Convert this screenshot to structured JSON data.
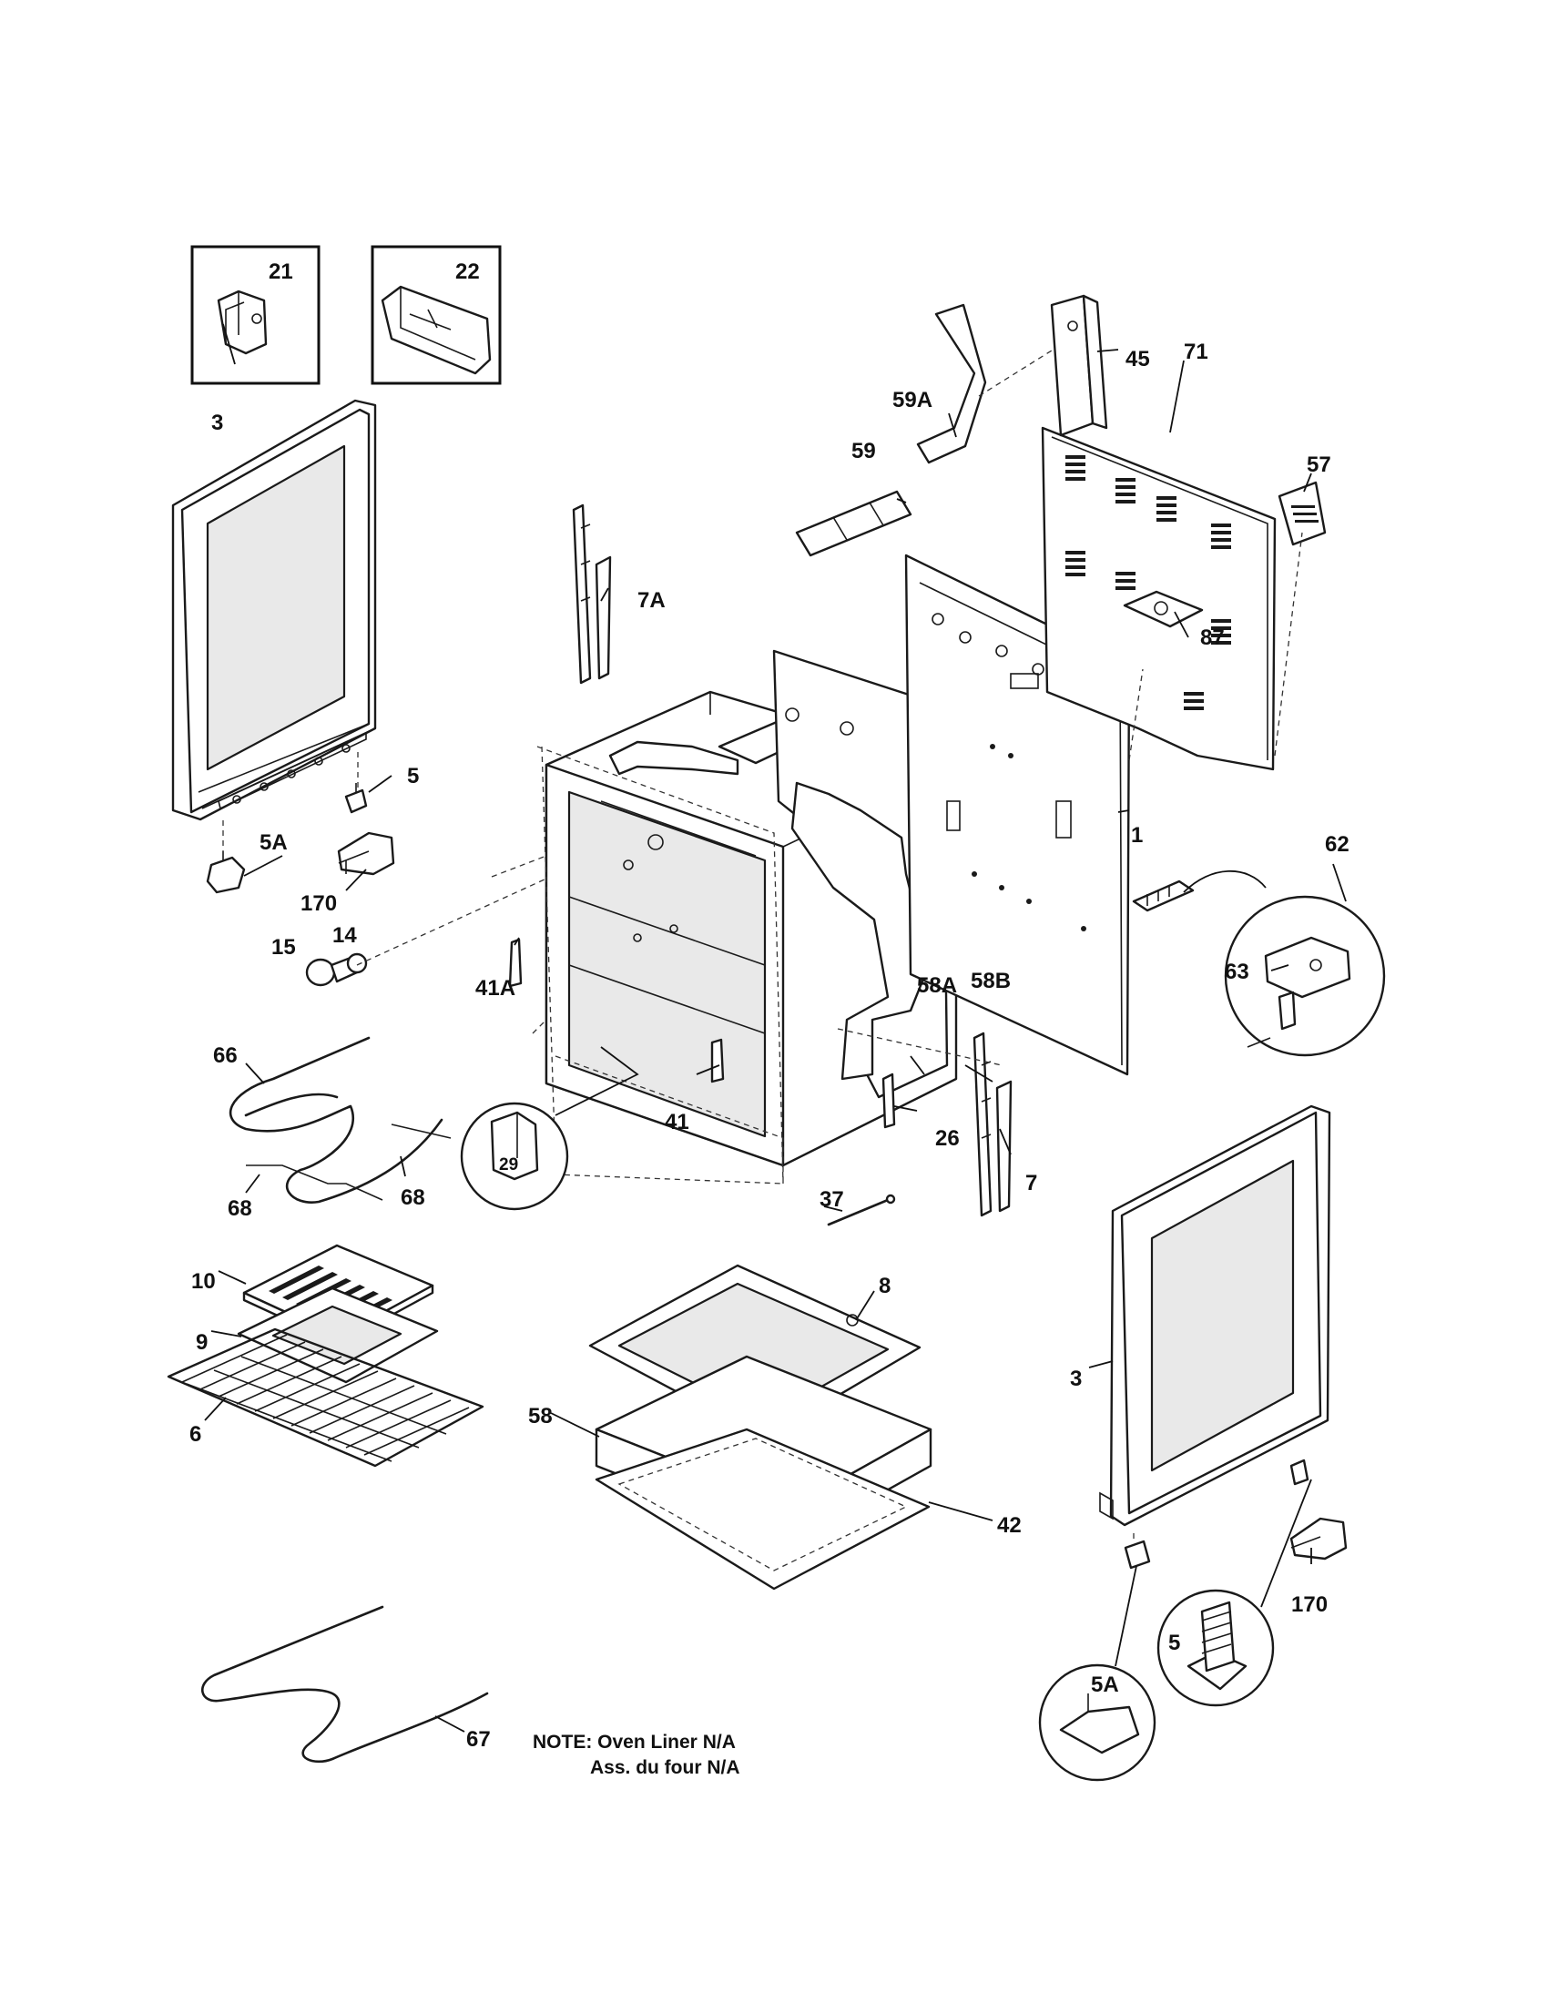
{
  "callouts": {
    "c21": "21",
    "c22": "22",
    "c3a": "3",
    "c45": "45",
    "c59a": "59A",
    "c59": "59",
    "c71": "71",
    "c57": "57",
    "c7a": "7A",
    "c87": "87",
    "c5a": "5",
    "c5aa": "5A",
    "c170a": "170",
    "c1": "1",
    "c62": "62",
    "c14": "14",
    "c15": "15",
    "c63": "63",
    "c41a": "41A",
    "c58a": "58A",
    "c58b": "58B",
    "c66": "66",
    "c41": "41",
    "c26": "26",
    "c29": "29",
    "c7": "7",
    "c68a": "68",
    "c68b": "68",
    "c37": "37",
    "c10": "10",
    "c8": "8",
    "c9": "9",
    "c3b": "3",
    "c58": "58",
    "c6": "6",
    "c42": "42",
    "c170b": "170",
    "c5b": "5",
    "c5ab": "5A",
    "c67": "67"
  },
  "note": {
    "line1": "NOTE: Oven Liner N/A",
    "line2": "Ass. du four N/A"
  }
}
